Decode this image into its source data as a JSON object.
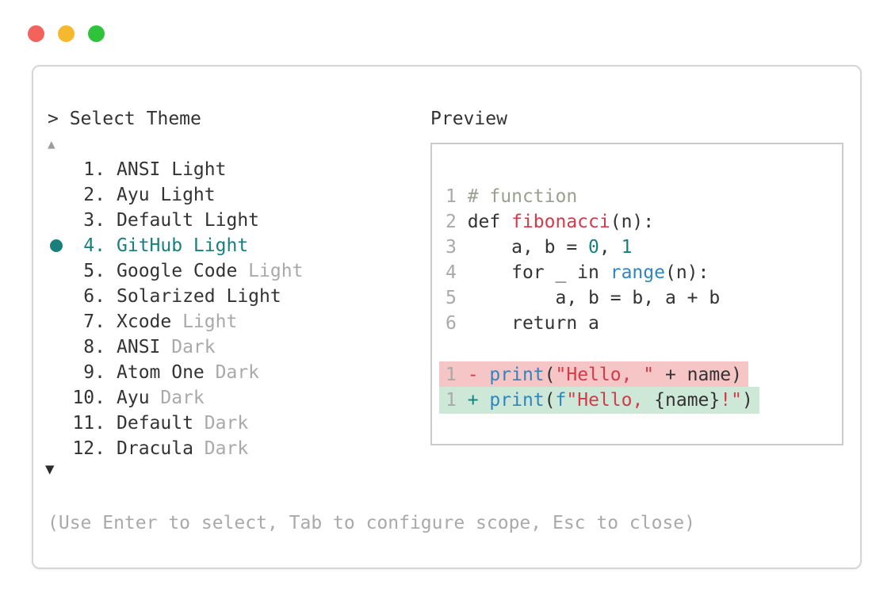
{
  "colors": {
    "accent_teal": "#17807d",
    "keyword_red": "#d43a49",
    "function_blue": "#2e86c1",
    "comment_green": "#9aa08f",
    "text_dark": "#333333",
    "muted_gray": "#a9a9a9",
    "diff_del_bg": "#f6c5c5",
    "diff_add_bg": "#cde8d7",
    "traffic_red": "#f4625d",
    "traffic_yellow": "#f5b82e",
    "traffic_green": "#2ec33b"
  },
  "window": {
    "prompt": "> Select Theme",
    "scroll_up_icon": "▲",
    "scroll_down_icon": "▼",
    "hint": "(Use Enter to select, Tab to configure scope, Esc to close)"
  },
  "theme_list": {
    "items": [
      {
        "number": "1.",
        "name": "ANSI Light",
        "suffix": "",
        "selected": false
      },
      {
        "number": "2.",
        "name": "Ayu Light",
        "suffix": "",
        "selected": false
      },
      {
        "number": "3.",
        "name": "Default Light",
        "suffix": "",
        "selected": false
      },
      {
        "number": "4.",
        "name": "GitHub Light",
        "suffix": "",
        "selected": true
      },
      {
        "number": "5.",
        "name": "Google Code",
        "suffix": "Light",
        "selected": false
      },
      {
        "number": "6.",
        "name": "Solarized Light",
        "suffix": "",
        "selected": false
      },
      {
        "number": "7.",
        "name": "Xcode",
        "suffix": "Light",
        "selected": false
      },
      {
        "number": "8.",
        "name": "ANSI",
        "suffix": "Dark",
        "selected": false
      },
      {
        "number": "9.",
        "name": "Atom One",
        "suffix": "Dark",
        "selected": false
      },
      {
        "number": "10.",
        "name": "Ayu",
        "suffix": "Dark",
        "selected": false
      },
      {
        "number": "11.",
        "name": "Default",
        "suffix": "Dark",
        "selected": false
      },
      {
        "number": "12.",
        "name": "Dracula",
        "suffix": "Dark",
        "selected": false
      }
    ]
  },
  "preview": {
    "label": "Preview",
    "lines": [
      {
        "num_and_tokens": [
          {
            "t": "1 ",
            "c": "num"
          },
          {
            "t": "# function",
            "c": "comment"
          }
        ]
      },
      {
        "num_and_tokens": [
          {
            "t": "2 ",
            "c": "num"
          },
          {
            "t": "def ",
            "c": "fg"
          },
          {
            "t": "fibonacci",
            "c": "red"
          },
          {
            "t": "(n):",
            "c": "fg"
          }
        ]
      },
      {
        "num_and_tokens": [
          {
            "t": "3 ",
            "c": "num"
          },
          {
            "t": "    a, b = ",
            "c": "fg"
          },
          {
            "t": "0",
            "c": "teal"
          },
          {
            "t": ", ",
            "c": "fg"
          },
          {
            "t": "1",
            "c": "teal"
          }
        ]
      },
      {
        "num_and_tokens": [
          {
            "t": "4 ",
            "c": "num"
          },
          {
            "t": "    for _ in ",
            "c": "fg"
          },
          {
            "t": "range",
            "c": "blue"
          },
          {
            "t": "(n):",
            "c": "fg"
          }
        ]
      },
      {
        "num_and_tokens": [
          {
            "t": "5 ",
            "c": "num"
          },
          {
            "t": "        a, b = b, a + b",
            "c": "fg"
          }
        ]
      },
      {
        "num_and_tokens": [
          {
            "t": "6 ",
            "c": "num"
          },
          {
            "t": "    return a",
            "c": "fg"
          }
        ]
      },
      {
        "num_and_tokens": []
      },
      {
        "bg": "del",
        "num_and_tokens": [
          {
            "t": "1 ",
            "c": "num"
          },
          {
            "t": "- ",
            "c": "red"
          },
          {
            "t": "print",
            "c": "blue"
          },
          {
            "t": "(",
            "c": "fg"
          },
          {
            "t": "\"Hello, \"",
            "c": "red"
          },
          {
            "t": " + name)",
            "c": "fg"
          }
        ]
      },
      {
        "bg": "add",
        "num_and_tokens": [
          {
            "t": "1 ",
            "c": "num"
          },
          {
            "t": "+ ",
            "c": "teal"
          },
          {
            "t": "print",
            "c": "blue"
          },
          {
            "t": "(",
            "c": "fg"
          },
          {
            "t": "f",
            "c": "blue"
          },
          {
            "t": "\"Hello, ",
            "c": "red"
          },
          {
            "t": "{name}",
            "c": "fg"
          },
          {
            "t": "!\"",
            "c": "red"
          },
          {
            "t": ")",
            "c": "fg"
          }
        ]
      }
    ]
  }
}
